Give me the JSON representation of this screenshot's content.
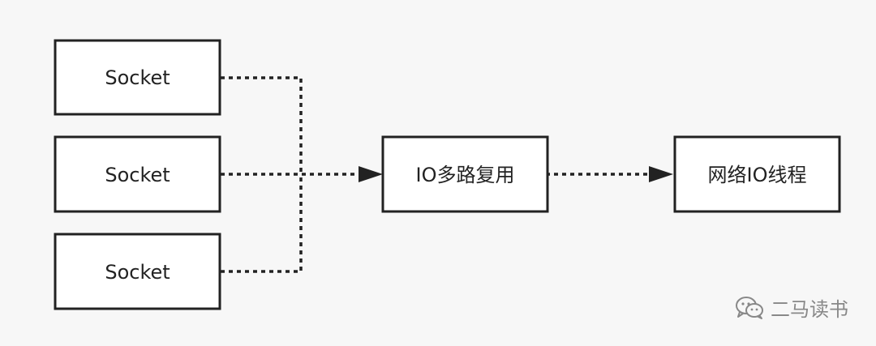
{
  "nodes": {
    "socket_1": "Socket",
    "socket_2": "Socket",
    "socket_3": "Socket",
    "multiplexer": "IO多路复用",
    "network_thread": "网络IO线程"
  },
  "watermark": {
    "text": "二马读书",
    "icon": "wechat-icon"
  },
  "colors": {
    "stroke": "#222222",
    "background": "#f7f7f7",
    "watermark": "#888888"
  }
}
